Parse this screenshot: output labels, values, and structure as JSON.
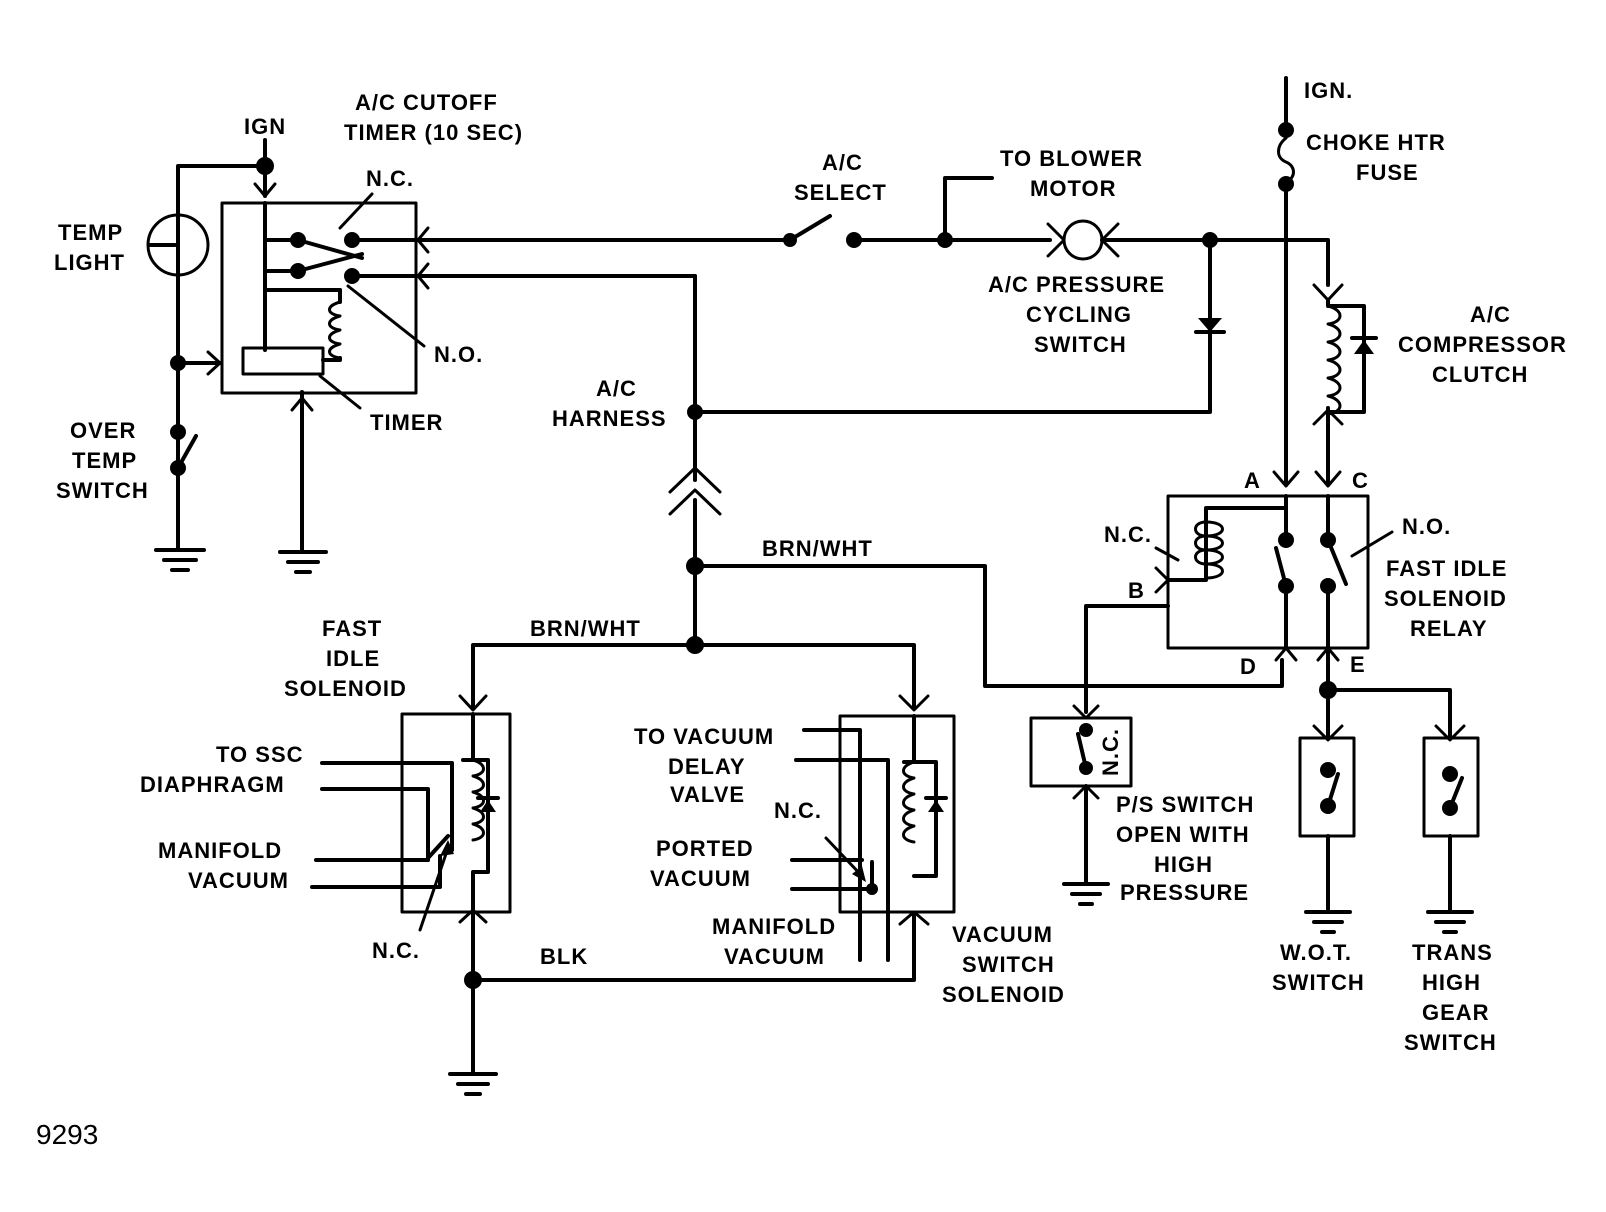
{
  "labels": {
    "ign_left": "IGN",
    "cutoff_timer_1": "A/C CUTOFF",
    "cutoff_timer_2": "TIMER (10 SEC)",
    "nc_timer": "N.C.",
    "no_timer": "N.O.",
    "temp_light_1": "TEMP",
    "temp_light_2": "LIGHT",
    "timer": "TIMER",
    "over_temp_1": "OVER",
    "over_temp_2": "TEMP",
    "over_temp_3": "SWITCH",
    "ac_select_1": "A/C",
    "ac_select_2": "SELECT",
    "blower_1": "TO BLOWER",
    "blower_2": "MOTOR",
    "pressure_1": "A/C PRESSURE",
    "pressure_2": "CYCLING",
    "pressure_3": "SWITCH",
    "ign_right": "IGN.",
    "choke_1": "CHOKE HTR",
    "choke_2": "FUSE",
    "clutch_1": "A/C",
    "clutch_2": "COMPRESSOR",
    "clutch_3": "CLUTCH",
    "harness_1": "A/C",
    "harness_2": "HARNESS",
    "brn_wht_1": "BRN/WHT",
    "brn_wht_2": "BRN/WHT",
    "relay_a": "A",
    "relay_b": "B",
    "relay_c": "C",
    "relay_d": "D",
    "relay_e": "E",
    "relay_nc": "N.C.",
    "relay_no": "N.O.",
    "relay_1": "FAST IDLE",
    "relay_2": "SOLENOID",
    "relay_3": "RELAY",
    "fis_1": "FAST",
    "fis_2": "IDLE",
    "fis_3": "SOLENOID",
    "ssc_1": "TO SSC",
    "ssc_2": "DIAPHRAGM",
    "manvac_l1": "MANIFOLD",
    "manvac_l2": "VACUUM",
    "nc_fis": "N.C.",
    "delay_1": "TO VACUUM",
    "delay_2": "DELAY",
    "delay_3": "VALVE",
    "nc_vss": "N.C.",
    "ported_1": "PORTED",
    "ported_2": "VACUUM",
    "manvac_c1": "MANIFOLD",
    "manvac_c2": "VACUUM",
    "blk": "BLK",
    "vss_1": "VACUUM",
    "vss_2": "SWITCH",
    "vss_3": "SOLENOID",
    "ps_nc": "N.C.",
    "ps_1": "P/S SWITCH",
    "ps_2": "OPEN WITH",
    "ps_3": "HIGH",
    "ps_4": "PRESSURE",
    "wot_1": "W.O.T.",
    "wot_2": "SWITCH",
    "trans_1": "TRANS",
    "trans_2": "HIGH",
    "trans_3": "GEAR",
    "trans_4": "SWITCH",
    "figure_number": "9293"
  }
}
